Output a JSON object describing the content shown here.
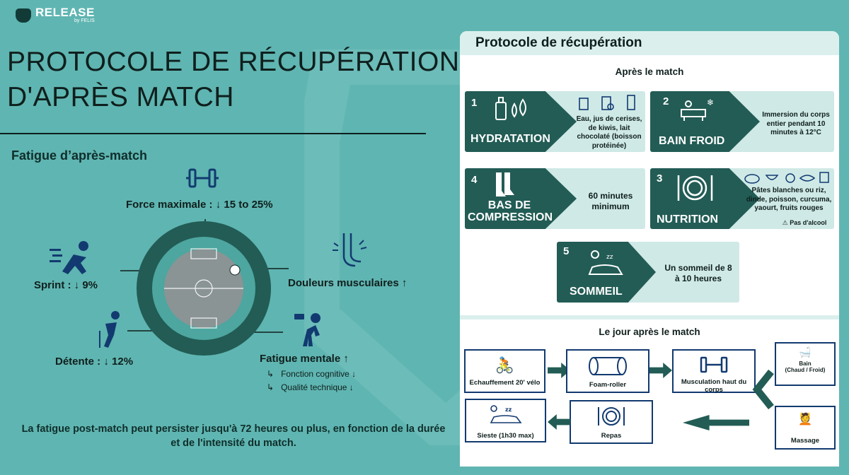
{
  "logo": {
    "name": "RELEASE",
    "by": "by FELIS"
  },
  "title": {
    "line1": "PROTOCOLE DE RÉCUPÉRATION",
    "line2": "D'APRÈS MATCH"
  },
  "fatigue": {
    "heading": "Fatigue d’après-match",
    "force": "Force maximale : ↓ 15 to 25%",
    "sprint": "Sprint : ↓ 9%",
    "detente": "Détente : ↓ 12%",
    "douleurs": "Douleurs musculaires ↑",
    "mentale": "Fatigue mentale ↑",
    "cognitive": "Fonction cognitive ↓",
    "technique": "Qualité technique ↓"
  },
  "footer": "La fatigue post-match peut persister jusqu'à 72 heures ou plus, en fonction de la durée et de l'intensité du match.",
  "panel": {
    "title": "Protocole de récupération",
    "after_match": "Après le match",
    "next_day": "Le jour après le match",
    "steps": {
      "hydration": {
        "num": "1",
        "title": "HYDRATATION",
        "desc": "Eau, jus de cerises, de kiwis, lait chocolaté (boisson protéinée)"
      },
      "bain": {
        "num": "2",
        "title": "BAIN FROID",
        "desc": "Immersion du corps entier pendant 10 minutes à 12°C"
      },
      "nutrition": {
        "num": "3",
        "title": "NUTRITION",
        "desc": "Pâtes blanches ou riz, dinde, poisson, curcuma, yaourt, fruits rouges",
        "warning": "Pas d'alcool"
      },
      "compression": {
        "num": "4",
        "title": "BAS DE COMPRESSION",
        "desc": "60 minutes minimum"
      },
      "sommeil": {
        "num": "5",
        "title": "SOMMEIL",
        "desc": "Un sommeil de 8 à 10 heures"
      }
    },
    "day_after": {
      "echauffement": "Echauffement 20' vélo",
      "foam": "Foam-roller",
      "muscu": "Musculation haut du corps",
      "bain": "Bain",
      "bain_sub": "(Chaud / Froid)",
      "massage": "Massage",
      "repas": "Repas",
      "sieste": "Sieste (1h30 max)"
    }
  },
  "colors": {
    "background": "#5fb5b1",
    "dark_teal": "#225c55",
    "light_teal": "#cfe9e6",
    "navy": "#123a70"
  }
}
